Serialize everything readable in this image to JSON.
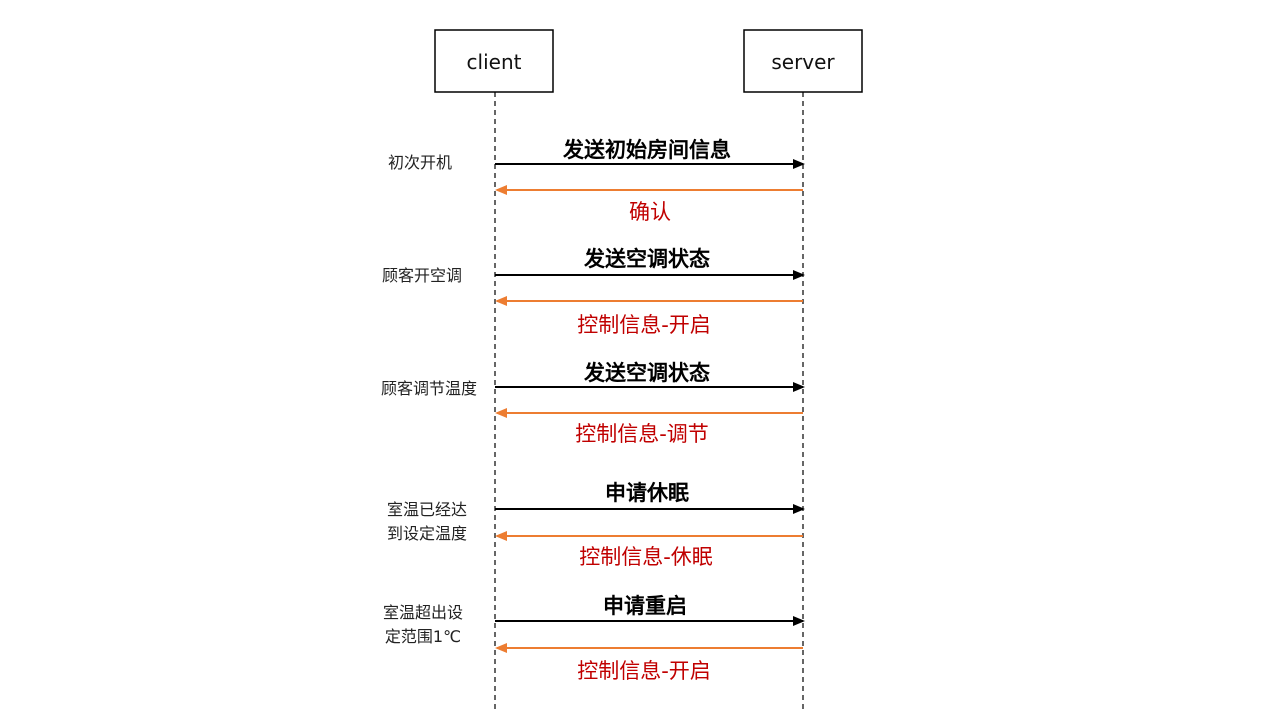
{
  "participants": {
    "client": "client",
    "server": "server"
  },
  "colors": {
    "request_arrow": "#000000",
    "response_arrow": "#ed7d31",
    "response_text": "#c00000"
  },
  "steps": [
    {
      "note": [
        "初次开机"
      ],
      "request": "发送初始房间信息",
      "response": "确认"
    },
    {
      "note": [
        "顾客开空调"
      ],
      "request": "发送空调状态",
      "response": "控制信息-开启"
    },
    {
      "note": [
        "顾客调节温度"
      ],
      "request": "发送空调状态",
      "response": "控制信息-调节"
    },
    {
      "note": [
        "室温已经达",
        "到设定温度"
      ],
      "request": "申请休眠",
      "response": "控制信息-休眠"
    },
    {
      "note": [
        "室温超出设",
        "定范围1℃"
      ],
      "request": "申请重启",
      "response": "控制信息-开启"
    }
  ]
}
